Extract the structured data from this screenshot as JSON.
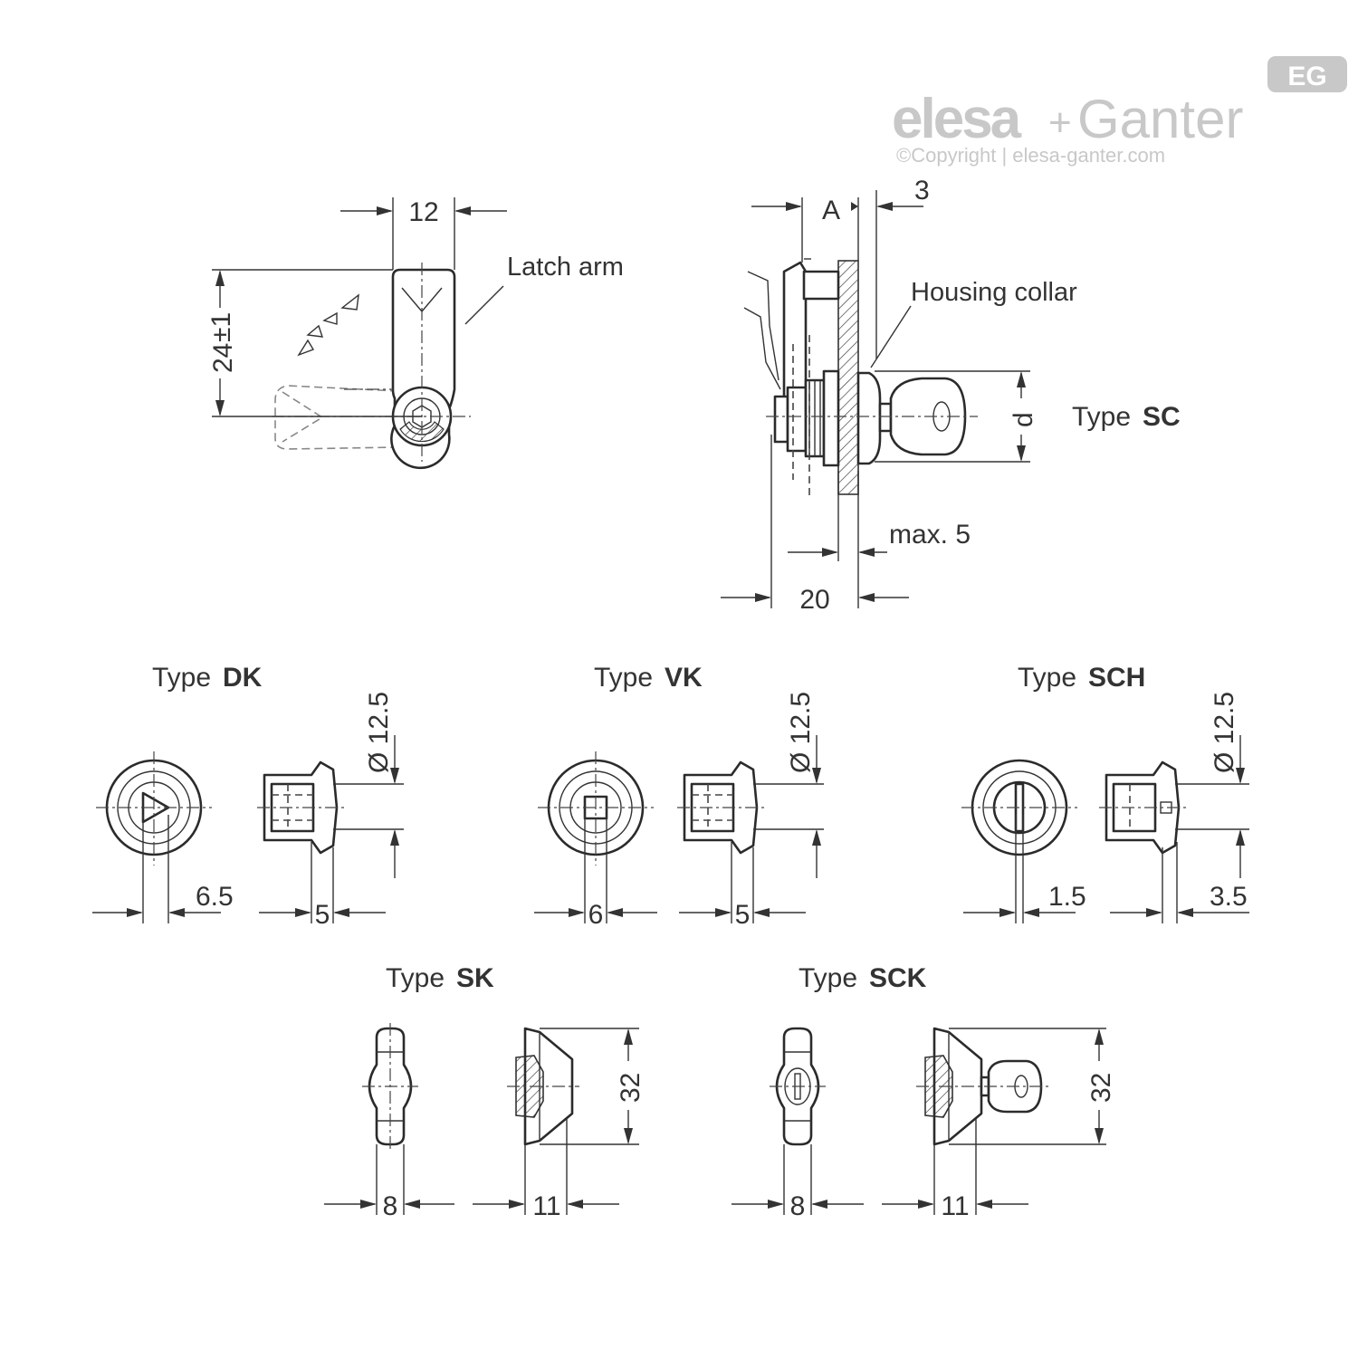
{
  "logo": {
    "brand_left": "elesa",
    "brand_plus": "+",
    "brand_right": "Ganter",
    "badge": "EG",
    "copyright": "©Copyright | elesa-ganter.com"
  },
  "side_view": {
    "dim_width": "12",
    "dim_height": "24",
    "dim_height_tolerance": "±1",
    "label_latch_arm": "Latch arm"
  },
  "section_view": {
    "label_a": "A",
    "dim_3": "3",
    "label_housing_collar": "Housing collar",
    "dim_d": "d",
    "type_prefix": "Type",
    "type_code": "SC",
    "dim_max5": "max. 5",
    "dim_20": "20"
  },
  "types": [
    {
      "prefix": "Type",
      "code": "DK",
      "dia": "Ø 12.5",
      "dim_a": "6.5",
      "dim_b": "5"
    },
    {
      "prefix": "Type",
      "code": "VK",
      "dia": "Ø 12.5",
      "dim_a": "6",
      "dim_b": "5"
    },
    {
      "prefix": "Type",
      "code": "SCH",
      "dia": "Ø 12.5",
      "dim_a": "1.5",
      "dim_b": "3.5"
    },
    {
      "prefix": "Type",
      "code": "SK",
      "dim_h": "32",
      "dim_a": "8",
      "dim_b": "11"
    },
    {
      "prefix": "Type",
      "code": "SCK",
      "dim_h": "32",
      "dim_a": "8",
      "dim_b": "11"
    }
  ]
}
